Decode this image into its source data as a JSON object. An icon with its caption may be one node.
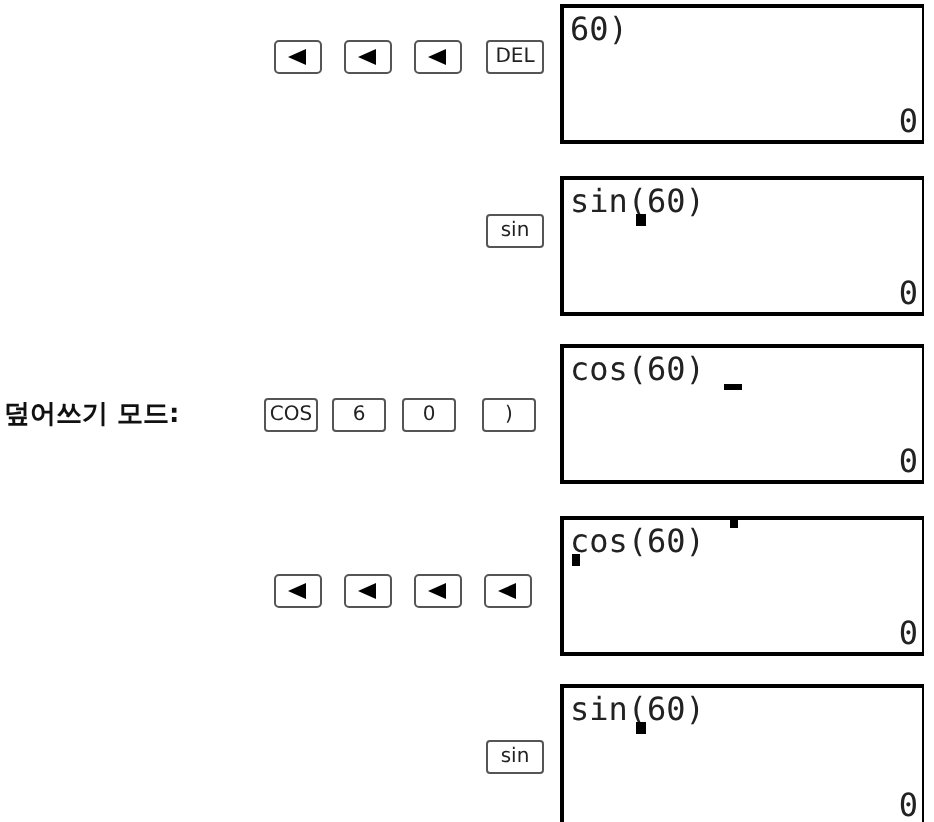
{
  "diagram": {
    "nodes": [
      {
        "text": [
          "60)",
          "0"
        ]
      },
      {
        "text": [
          "sin(60)",
          "0"
        ]
      },
      {
        "text": [
          "cos(60)",
          "0"
        ]
      },
      {
        "text": [
          "cos(60)",
          "0"
        ]
      },
      {
        "text": [
          "sin(60)",
          "0"
        ]
      }
    ],
    "labels": [
      "DEL",
      "sin",
      "덮어쓰기 모드:",
      "COS",
      "6",
      "0",
      ")",
      "sin"
    ]
  }
}
